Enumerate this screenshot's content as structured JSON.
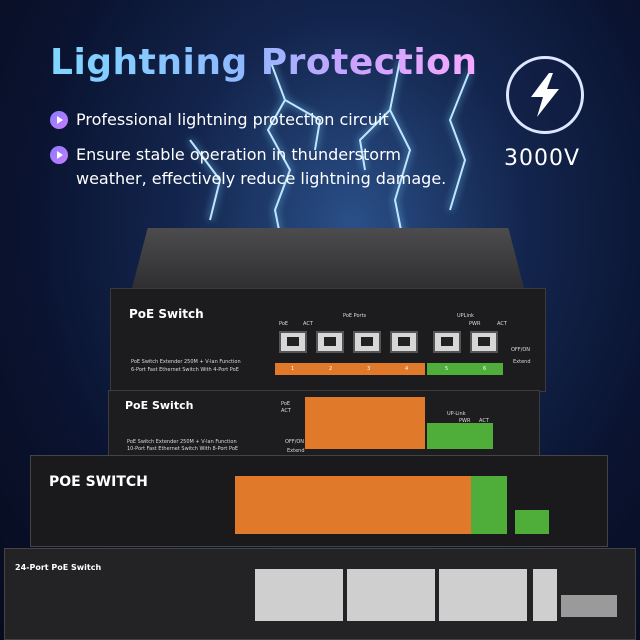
{
  "headline": {
    "title": "Lightning Protection"
  },
  "features": [
    {
      "text": "Professional lightning protection circuit",
      "icon": "play-bullet-icon"
    },
    {
      "text": "Ensure stable operation in thunderstorm weather, effectively reduce lightning damage.",
      "icon": "play-bullet-icon"
    }
  ],
  "badge": {
    "icon": "lightning-bolt-icon",
    "voltage": "3000V"
  },
  "devices": [
    {
      "label": "PoE Switch",
      "desc1": "PoE Switch Extender 250M + V-lan Function",
      "desc2": "6-Port Fast Ethernet Switch With 4-Port PoE",
      "group_labels": [
        "PoE",
        "ACT",
        "PoE Ports",
        "UPLink",
        "PWR",
        "ACT",
        "OFF/ON",
        "Extend"
      ],
      "port_numbers": [
        "1",
        "2",
        "3",
        "4",
        "5",
        "6"
      ]
    },
    {
      "label": "PoE Switch",
      "desc1": "PoE Switch Extender 250M + V-lan Function",
      "desc2": "10-Port Fast Ethernet Switch With 8-Port PoE",
      "group_labels": [
        "PoE",
        "ACT",
        "UP-Link",
        "PWR",
        "ACT",
        "OFF/ON",
        "Extend"
      ]
    },
    {
      "label": "POE SWITCH"
    },
    {
      "label": "24-Port PoE Switch"
    }
  ],
  "colors": {
    "poe_group": "#e07a2a",
    "uplink_group": "#4fae3a",
    "title_start": "#7fd6ff",
    "title_end": "#f6a9ff"
  }
}
